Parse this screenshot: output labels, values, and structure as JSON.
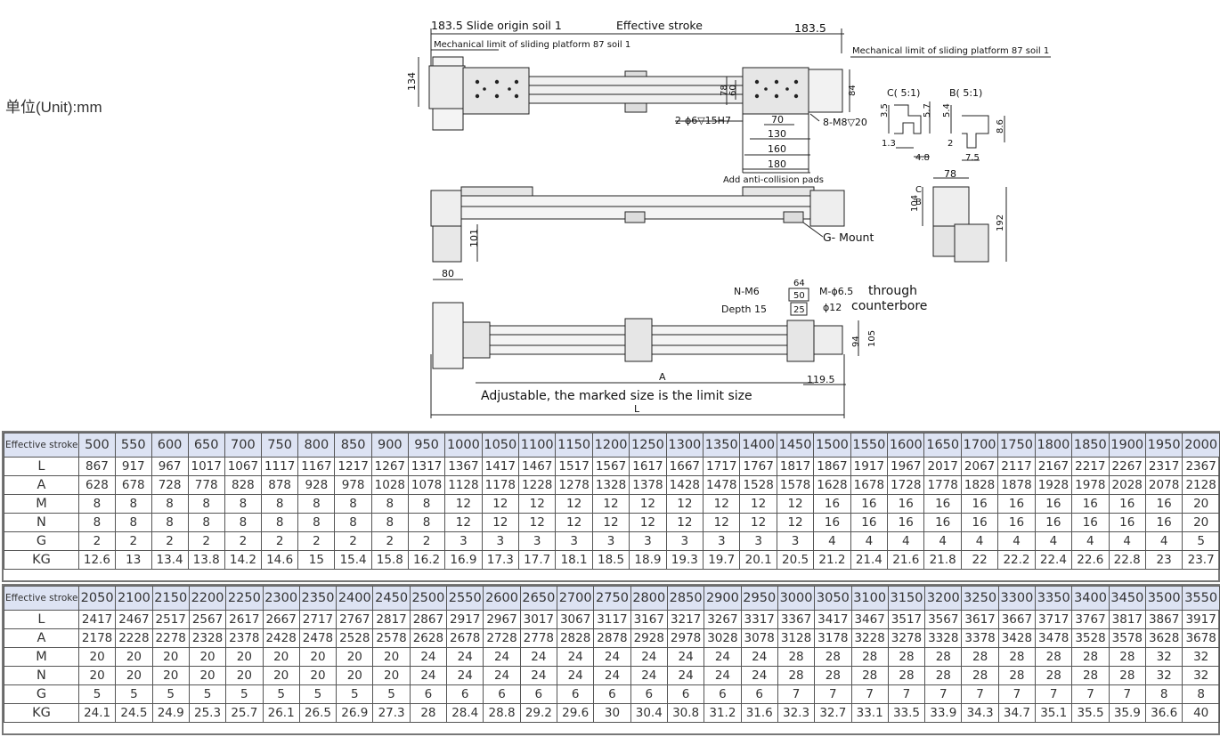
{
  "unit_label": "单位(Unit):mm",
  "drawing": {
    "top_view": {
      "slide_origin": "183.5 Slide origin soil 1",
      "effective_stroke": "Effective stroke",
      "right_dim": "183.5",
      "mech_limit_left": "Mechanical limit of sliding platform 87 soil 1",
      "mech_limit_right": "Mechanical limit of sliding platform 87 soil 1",
      "height_134": "134",
      "dim_78": "78",
      "dim_60": "60",
      "dim_84": "84",
      "dowel_hole": "2-ϕ6▽15H7",
      "dim_70": "70",
      "screw_holes": "8-M8▽20",
      "dim_130": "130",
      "dim_160": "160",
      "dim_180": "180"
    },
    "details": {
      "c_label": "C( 5:1)",
      "b_label": "B( 5:1)",
      "c_35": "3.5",
      "c_57": "5.7",
      "c_13": "1.3",
      "c_48": "4.8",
      "b_54": "5.4",
      "b_86": "8.6",
      "b_2": "2",
      "b_75": "7.5"
    },
    "front_view": {
      "anti_collision": "Add anti-collision pads",
      "mount": "G- Mount",
      "dim_101": "101",
      "dim_80": "80"
    },
    "side_view": {
      "dim_78": "78",
      "dim_104": "104",
      "dim_192": "192",
      "mark_c": "C",
      "mark_b": "B"
    },
    "bottom_view": {
      "nut": "N-M6",
      "depth": "Depth 15",
      "dim_64": "64",
      "dim_50": "50",
      "dim_25": "25",
      "through_hole": "M-ϕ6.5",
      "counterbore_dia": "ϕ12",
      "through": "through",
      "counterbore": "counterbore",
      "dim_94": "94",
      "dim_105": "105",
      "dim_a": "A",
      "dim_1195": "119.5",
      "note": "Adjustable, the marked size is the limit size",
      "dim_l": "L"
    }
  },
  "tables": [
    {
      "header": "Effective stroke",
      "strokes": [
        "500",
        "550",
        "600",
        "650",
        "700",
        "750",
        "800",
        "850",
        "900",
        "950",
        "1000",
        "1050",
        "1100",
        "1150",
        "1200",
        "1250",
        "1300",
        "1350",
        "1400",
        "1450",
        "1500",
        "1550",
        "1600",
        "1650",
        "1700",
        "1750",
        "1800",
        "1850",
        "1900",
        "1950",
        "2000"
      ],
      "rows": [
        {
          "label": "L",
          "values": [
            "867",
            "917",
            "967",
            "1017",
            "1067",
            "1117",
            "1167",
            "1217",
            "1267",
            "1317",
            "1367",
            "1417",
            "1467",
            "1517",
            "1567",
            "1617",
            "1667",
            "1717",
            "1767",
            "1817",
            "1867",
            "1917",
            "1967",
            "2017",
            "2067",
            "2117",
            "2167",
            "2217",
            "2267",
            "2317",
            "2367"
          ]
        },
        {
          "label": "A",
          "values": [
            "628",
            "678",
            "728",
            "778",
            "828",
            "878",
            "928",
            "978",
            "1028",
            "1078",
            "1128",
            "1178",
            "1228",
            "1278",
            "1328",
            "1378",
            "1428",
            "1478",
            "1528",
            "1578",
            "1628",
            "1678",
            "1728",
            "1778",
            "1828",
            "1878",
            "1928",
            "1978",
            "2028",
            "2078",
            "2128"
          ]
        },
        {
          "label": "M",
          "values": [
            "8",
            "8",
            "8",
            "8",
            "8",
            "8",
            "8",
            "8",
            "8",
            "8",
            "12",
            "12",
            "12",
            "12",
            "12",
            "12",
            "12",
            "12",
            "12",
            "12",
            "16",
            "16",
            "16",
            "16",
            "16",
            "16",
            "16",
            "16",
            "16",
            "16",
            "20"
          ]
        },
        {
          "label": "N",
          "values": [
            "8",
            "8",
            "8",
            "8",
            "8",
            "8",
            "8",
            "8",
            "8",
            "8",
            "12",
            "12",
            "12",
            "12",
            "12",
            "12",
            "12",
            "12",
            "12",
            "12",
            "16",
            "16",
            "16",
            "16",
            "16",
            "16",
            "16",
            "16",
            "16",
            "16",
            "20"
          ]
        },
        {
          "label": "G",
          "values": [
            "2",
            "2",
            "2",
            "2",
            "2",
            "2",
            "2",
            "2",
            "2",
            "2",
            "3",
            "3",
            "3",
            "3",
            "3",
            "3",
            "3",
            "3",
            "3",
            "3",
            "4",
            "4",
            "4",
            "4",
            "4",
            "4",
            "4",
            "4",
            "4",
            "4",
            "5"
          ]
        },
        {
          "label": "KG",
          "values": [
            "12.6",
            "13",
            "13.4",
            "13.8",
            "14.2",
            "14.6",
            "15",
            "15.4",
            "15.8",
            "16.2",
            "16.9",
            "17.3",
            "17.7",
            "18.1",
            "18.5",
            "18.9",
            "19.3",
            "19.7",
            "20.1",
            "20.5",
            "21.2",
            "21.4",
            "21.6",
            "21.8",
            "22",
            "22.2",
            "22.4",
            "22.6",
            "22.8",
            "23",
            "23.7"
          ]
        }
      ]
    },
    {
      "header": "Effective stroke",
      "strokes": [
        "2050",
        "2100",
        "2150",
        "2200",
        "2250",
        "2300",
        "2350",
        "2400",
        "2450",
        "2500",
        "2550",
        "2600",
        "2650",
        "2700",
        "2750",
        "2800",
        "2850",
        "2900",
        "2950",
        "3000",
        "3050",
        "3100",
        "3150",
        "3200",
        "3250",
        "3300",
        "3350",
        "3400",
        "3450",
        "3500",
        "3550"
      ],
      "rows": [
        {
          "label": "L",
          "values": [
            "2417",
            "2467",
            "2517",
            "2567",
            "2617",
            "2667",
            "2717",
            "2767",
            "2817",
            "2867",
            "2917",
            "2967",
            "3017",
            "3067",
            "3117",
            "3167",
            "3217",
            "3267",
            "3317",
            "3367",
            "3417",
            "3467",
            "3517",
            "3567",
            "3617",
            "3667",
            "3717",
            "3767",
            "3817",
            "3867",
            "3917"
          ]
        },
        {
          "label": "A",
          "values": [
            "2178",
            "2228",
            "2278",
            "2328",
            "2378",
            "2428",
            "2478",
            "2528",
            "2578",
            "2628",
            "2678",
            "2728",
            "2778",
            "2828",
            "2878",
            "2928",
            "2978",
            "3028",
            "3078",
            "3128",
            "3178",
            "3228",
            "3278",
            "3328",
            "3378",
            "3428",
            "3478",
            "3528",
            "3578",
            "3628",
            "3678"
          ]
        },
        {
          "label": "M",
          "values": [
            "20",
            "20",
            "20",
            "20",
            "20",
            "20",
            "20",
            "20",
            "20",
            "24",
            "24",
            "24",
            "24",
            "24",
            "24",
            "24",
            "24",
            "24",
            "24",
            "28",
            "28",
            "28",
            "28",
            "28",
            "28",
            "28",
            "28",
            "28",
            "28",
            "32",
            "32"
          ]
        },
        {
          "label": "N",
          "values": [
            "20",
            "20",
            "20",
            "20",
            "20",
            "20",
            "20",
            "20",
            "20",
            "24",
            "24",
            "24",
            "24",
            "24",
            "24",
            "24",
            "24",
            "24",
            "24",
            "28",
            "28",
            "28",
            "28",
            "28",
            "28",
            "28",
            "28",
            "28",
            "28",
            "32",
            "32"
          ]
        },
        {
          "label": "G",
          "values": [
            "5",
            "5",
            "5",
            "5",
            "5",
            "5",
            "5",
            "5",
            "5",
            "6",
            "6",
            "6",
            "6",
            "6",
            "6",
            "6",
            "6",
            "6",
            "6",
            "7",
            "7",
            "7",
            "7",
            "7",
            "7",
            "7",
            "7",
            "7",
            "7",
            "8",
            "8"
          ]
        },
        {
          "label": "KG",
          "values": [
            "24.1",
            "24.5",
            "24.9",
            "25.3",
            "25.7",
            "26.1",
            "26.5",
            "26.9",
            "27.3",
            "28",
            "28.4",
            "28.8",
            "29.2",
            "29.6",
            "30",
            "30.4",
            "30.8",
            "31.2",
            "31.6",
            "32.3",
            "32.7",
            "33.1",
            "33.5",
            "33.9",
            "34.3",
            "34.7",
            "35.1",
            "35.5",
            "35.9",
            "36.6",
            "40"
          ]
        }
      ]
    }
  ]
}
